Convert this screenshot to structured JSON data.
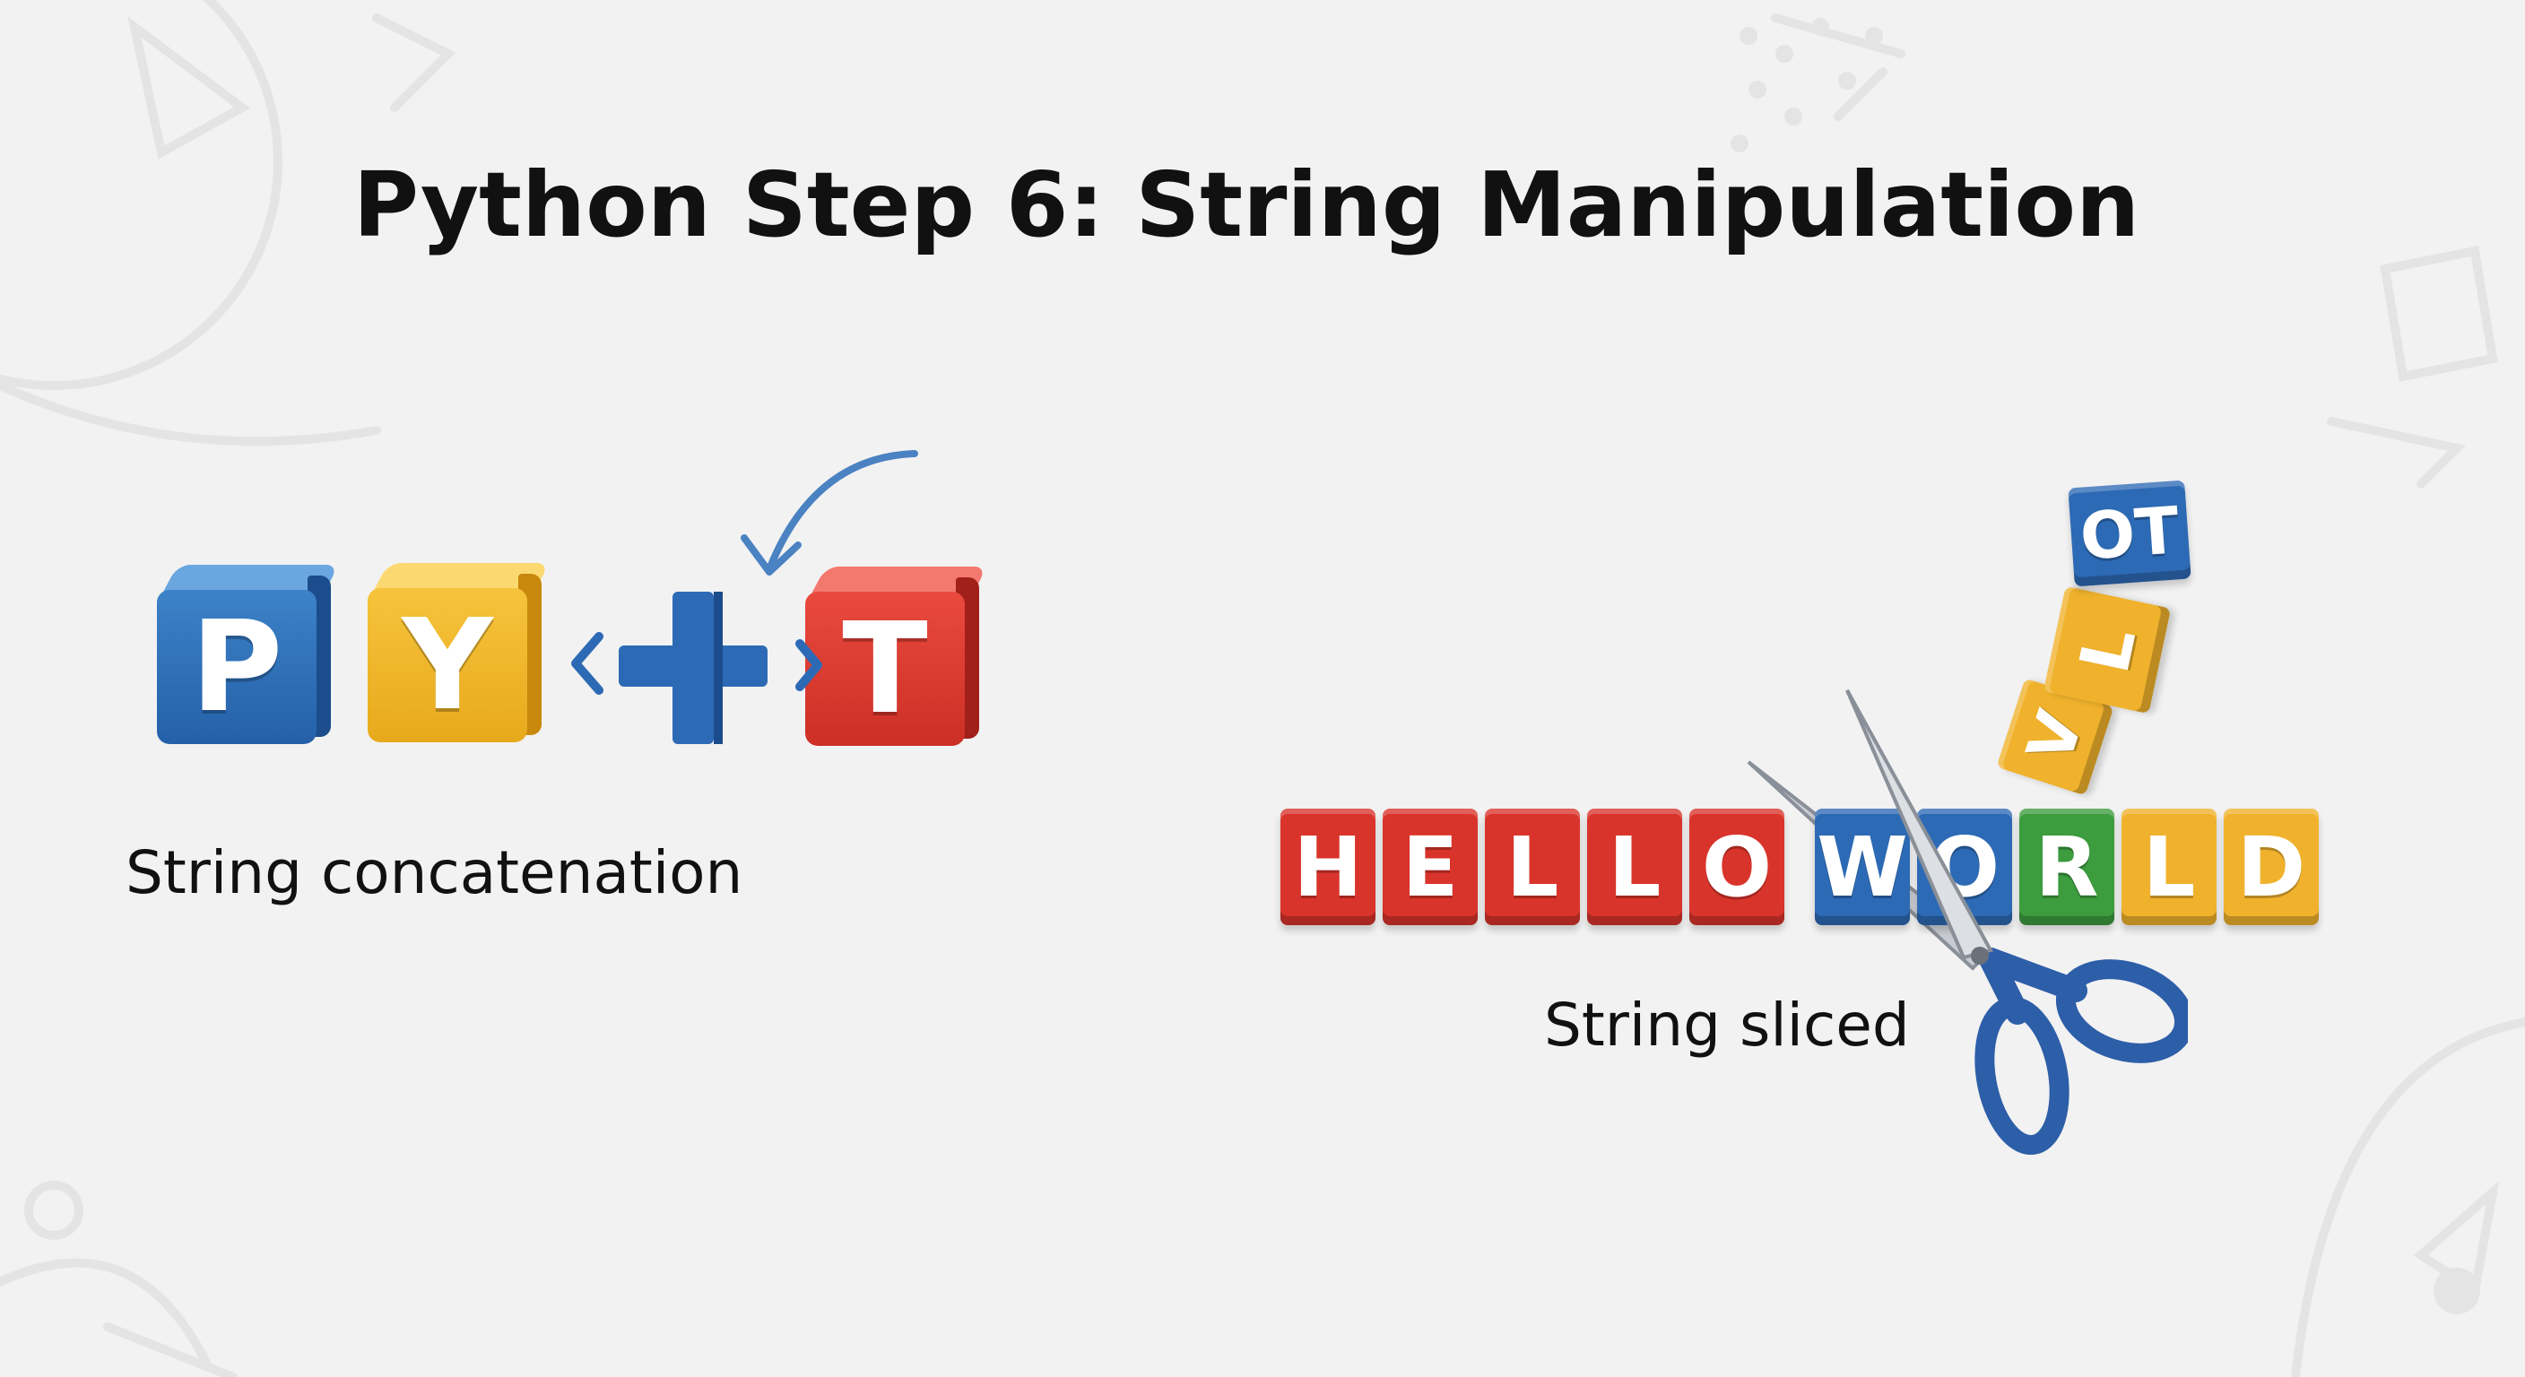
{
  "title": "Python Step 6: String Manipulation",
  "concatenation": {
    "blocks": [
      "P",
      "Y",
      "T"
    ],
    "operator": "+",
    "caption": "String concatenation"
  },
  "slicing": {
    "tiles": [
      {
        "letter": "H",
        "color": "#d9342b"
      },
      {
        "letter": "E",
        "color": "#d9342b"
      },
      {
        "letter": "L",
        "color": "#d9342b"
      },
      {
        "letter": "L",
        "color": "#d9342b"
      },
      {
        "letter": "O",
        "color": "#d9342b"
      },
      {
        "letter": "W",
        "color": "#2d6ab5"
      },
      {
        "letter": "O",
        "color": "#2d6ab5"
      },
      {
        "letter": "R",
        "color": "#3d9c3e"
      },
      {
        "letter": "L",
        "color": "#f0b22c"
      },
      {
        "letter": "D",
        "color": "#f0b22c"
      }
    ],
    "falling_tiles": [
      "V",
      "L",
      "OT"
    ],
    "caption": "String sliced"
  },
  "colors": {
    "blue": "#2d6ab5",
    "yellow": "#f0b22c",
    "red": "#d9342b",
    "green": "#3d9c3e",
    "background": "#f2f2f2"
  }
}
